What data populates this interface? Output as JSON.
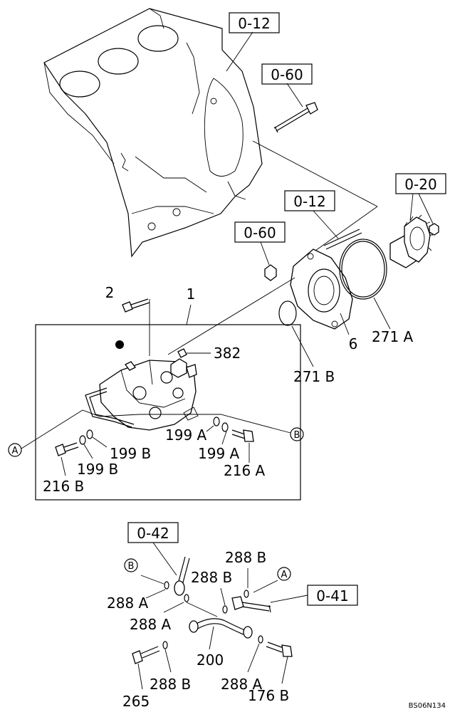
{
  "reference_boxes": {
    "r1": "0-12",
    "r2": "0-60",
    "r3": "0-20",
    "r4": "0-12",
    "r5": "0-60",
    "r6": "0-42",
    "r7": "0-41"
  },
  "part_labels": {
    "p1": "1",
    "p2": "2",
    "p382": "382",
    "p271a": "271 A",
    "p271b": "271 B",
    "p6": "6",
    "p199a_1": "199 A",
    "p199a_2": "199 A",
    "p199b_1": "199 B",
    "p199b_2": "199 B",
    "p216a": "216 A",
    "p216b": "216 B",
    "p288b_1": "288 B",
    "p288b_2": "288 B",
    "p288b_3": "288 B",
    "p288a_1": "288 A",
    "p288a_2": "288 A",
    "p288a_3": "288 A",
    "p200": "200",
    "p265": "265",
    "p176b": "176 B"
  },
  "callouts": {
    "a_left": "A",
    "b_right": "B",
    "b_lower": "B",
    "a_lower": "A"
  },
  "figure_code": "BS06N134"
}
